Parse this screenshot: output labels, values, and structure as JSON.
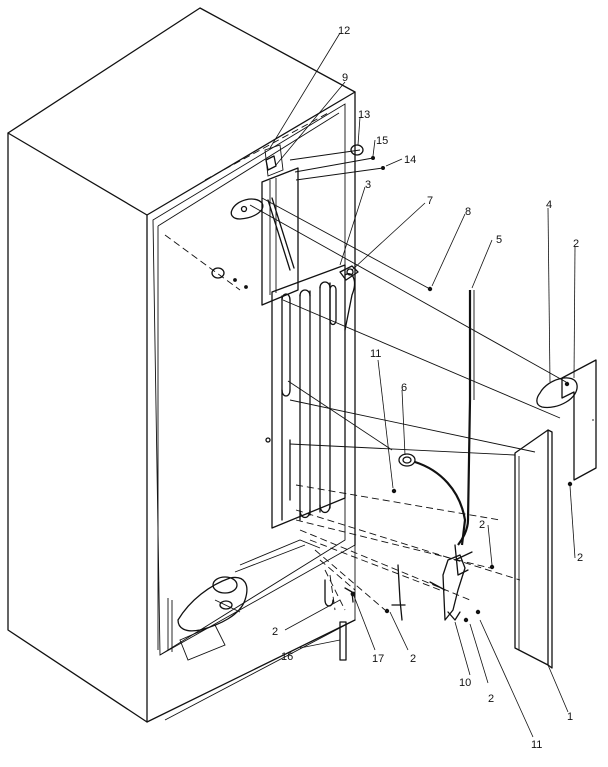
{
  "callouts": {
    "c1": "1",
    "c2a": "2",
    "c2b": "2",
    "c2c": "2",
    "c2d": "2",
    "c2e": "2",
    "c2f": "2",
    "c3": "3",
    "c4": "4",
    "c5": "5",
    "c6": "6",
    "c7": "7",
    "c8": "8",
    "c9": "9",
    "c10": "10",
    "c11a": "11",
    "c11b": "11",
    "c12": "12",
    "c13": "13",
    "c14": "14",
    "c15": "15",
    "c16": "16",
    "c17": "17"
  }
}
